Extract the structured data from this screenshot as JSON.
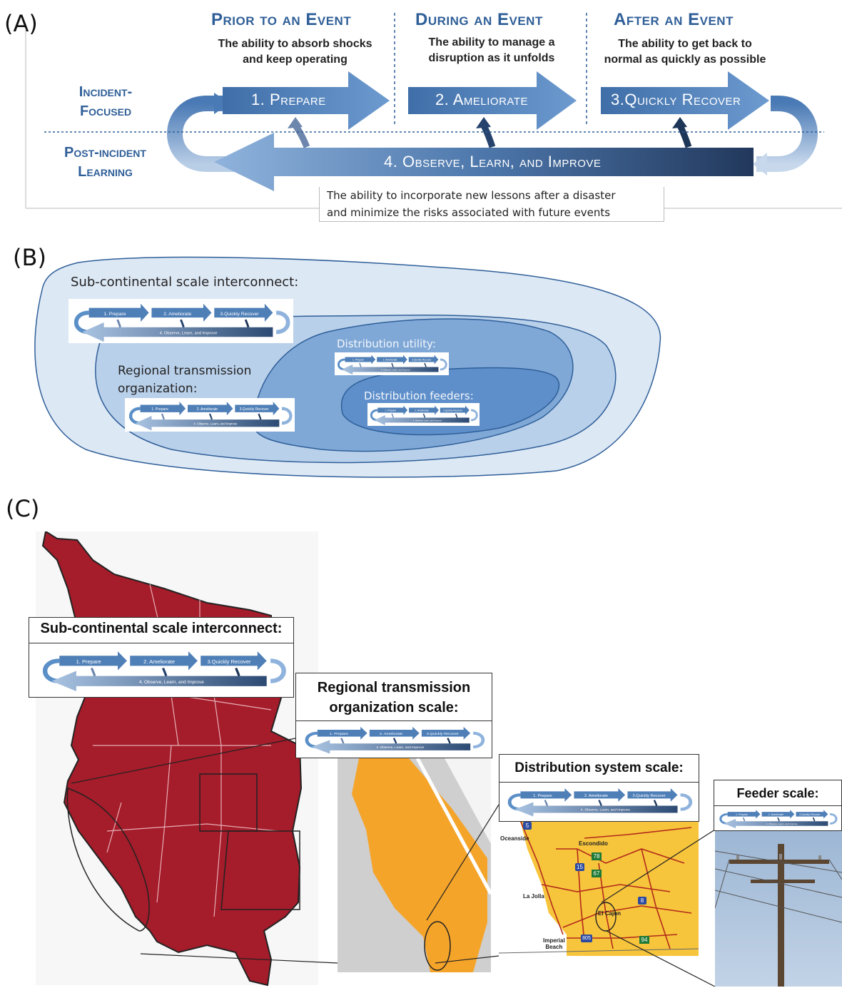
{
  "panels": {
    "a_label": "(A)",
    "b_label": "(B)",
    "c_label": "(C)"
  },
  "panel_a": {
    "phases": [
      {
        "title": "Prior to an Event",
        "desc_line1": "The ability to absorb shocks",
        "desc_line2": "and keep operating"
      },
      {
        "title": "During an Event",
        "desc_line1": "The ability to manage a",
        "desc_line2": "disruption as it unfolds"
      },
      {
        "title": "After an Event",
        "desc_line1": "The ability to get back to",
        "desc_line2": "normal as quickly as possible"
      }
    ],
    "side_labels": {
      "incident_line1": "Incident-",
      "incident_line2": "Focused",
      "post_line1": "Post-incident",
      "post_line2": "Learning"
    },
    "steps": {
      "prepare": "1. Prepare",
      "ameliorate": "2. Ameliorate",
      "recover": "3.Quickly Recover",
      "observe": "4. Observe, Learn, and Improve"
    },
    "observe_caption_line1": "The ability to incorporate new lessons after a disaster",
    "observe_caption_line2": "and minimize the risks associated with future events"
  },
  "panel_b": {
    "scales": [
      {
        "label": "Sub-continental scale interconnect:"
      },
      {
        "label_line1": "Regional transmission",
        "label_line2": "organization:"
      },
      {
        "label": "Distribution utility:"
      },
      {
        "label": "Distribution feeders:"
      }
    ]
  },
  "panel_c": {
    "boxes": {
      "subcontinental": "Sub-continental scale interconnect:",
      "regional_line1": "Regional transmission",
      "regional_line2": "organization scale:",
      "distribution": "Distribution system scale:",
      "feeder": "Feeder scale:"
    },
    "map_labels": {
      "oceanside": "Oceanside",
      "escondido": "Escondido",
      "la_jolla": "La Jolla",
      "el_cajon": "El Cajon",
      "imperial_beach_1": "Imperial",
      "imperial_beach_2": "Beach",
      "hwy_5": "5",
      "hwy_78": "78",
      "hwy_15": "15",
      "hwy_67": "67",
      "hwy_8": "8",
      "hwy_805": "805",
      "hwy_94": "94"
    }
  },
  "colors": {
    "arrow_light": "#5b8fc7",
    "arrow_dark": "#2c4a73",
    "title_blue": "#2f5f98",
    "map_red": "#a51c2a",
    "map_orange": "#f5a42a",
    "map_yellow": "#f7c53c"
  }
}
